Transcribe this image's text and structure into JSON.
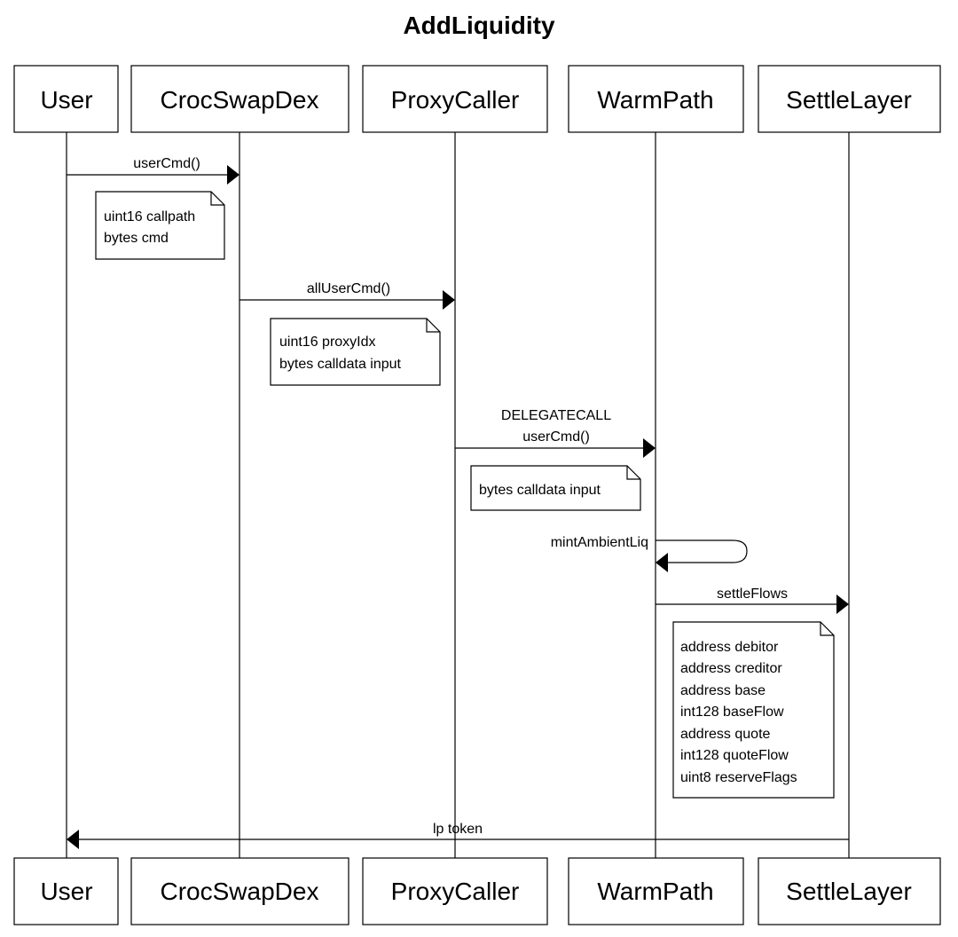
{
  "title": "AddLiquidity",
  "participants": [
    {
      "id": "user",
      "name": "User"
    },
    {
      "id": "crocswapdex",
      "name": "CrocSwapDex"
    },
    {
      "id": "proxycaller",
      "name": "ProxyCaller"
    },
    {
      "id": "warmpath",
      "name": "WarmPath"
    },
    {
      "id": "settlelayer",
      "name": "SettleLayer"
    }
  ],
  "messages": [
    {
      "from": "User",
      "to": "CrocSwapDex",
      "label_lines": [
        "userCmd()"
      ]
    },
    {
      "from": "CrocSwapDex",
      "to": "ProxyCaller",
      "label_lines": [
        "allUserCmd()"
      ]
    },
    {
      "from": "ProxyCaller",
      "to": "WarmPath",
      "label_lines": [
        "DELEGATECALL",
        "userCmd()"
      ]
    },
    {
      "from": "WarmPath",
      "to": "WarmPath",
      "label_lines": [
        "mintAmbientLiq"
      ]
    },
    {
      "from": "WarmPath",
      "to": "SettleLayer",
      "label_lines": [
        "settleFlows"
      ]
    },
    {
      "from": "SettleLayer",
      "to": "User",
      "label_lines": [
        "lp token"
      ]
    }
  ],
  "notes": [
    {
      "lines": [
        "uint16 callpath",
        "bytes cmd"
      ]
    },
    {
      "lines": [
        "uint16 proxyIdx",
        "bytes calldata input"
      ]
    },
    {
      "lines": [
        "bytes calldata input"
      ]
    },
    {
      "lines": [
        "address debitor",
        "address creditor",
        "address base",
        "int128 baseFlow",
        "address quote",
        "int128 quoteFlow",
        "uint8 reserveFlags"
      ]
    }
  ]
}
